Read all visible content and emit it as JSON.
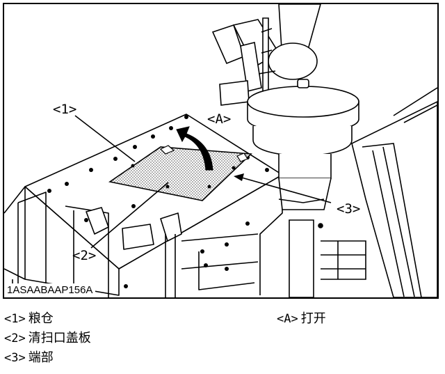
{
  "figure": {
    "id": "1ASAABAAP156A",
    "callouts": {
      "c1": "<1>",
      "c2": "<2>",
      "c3": "<3>",
      "cA": "<A>"
    }
  },
  "legend": [
    {
      "marker": "<1>",
      "text": "粮仓"
    },
    {
      "marker": "<2>",
      "text": "清扫口盖板"
    },
    {
      "marker": "<3>",
      "text": "端部"
    },
    {
      "marker": "<A>",
      "text": "打开"
    }
  ],
  "colors": {
    "line": "#000000",
    "background": "#ffffff",
    "stipple": "#8a8a8a"
  }
}
